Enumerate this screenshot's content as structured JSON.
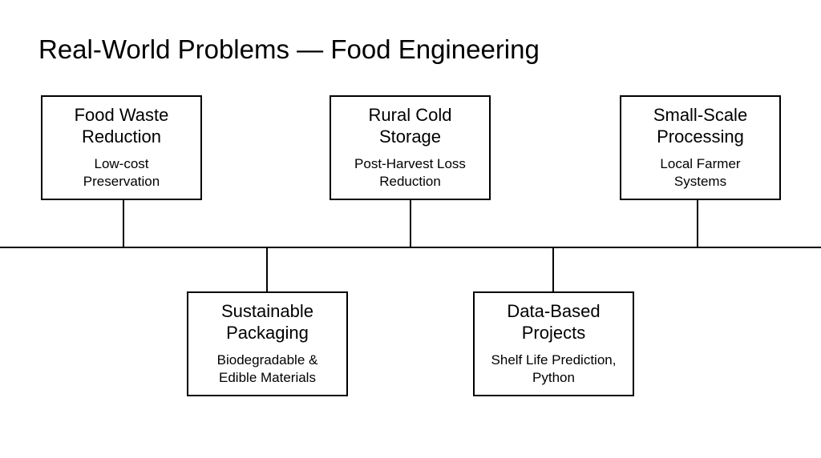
{
  "title": "Real-World Problems — Food Engineering",
  "top_nodes": [
    {
      "title": "Food Waste\nReduction",
      "subtitle": "Low-cost\nPreservation"
    },
    {
      "title": "Rural Cold\nStorage",
      "subtitle": "Post-Harvest Loss\nReduction"
    },
    {
      "title": "Small-Scale\nProcessing",
      "subtitle": "Local Farmer\nSystems"
    }
  ],
  "bottom_nodes": [
    {
      "title": "Sustainable\nPackaging",
      "subtitle": "Biodegradable &\nEdible Materials"
    },
    {
      "title": "Data-Based\nProjects",
      "subtitle": "Shelf Life Prediction,\nPython"
    }
  ]
}
